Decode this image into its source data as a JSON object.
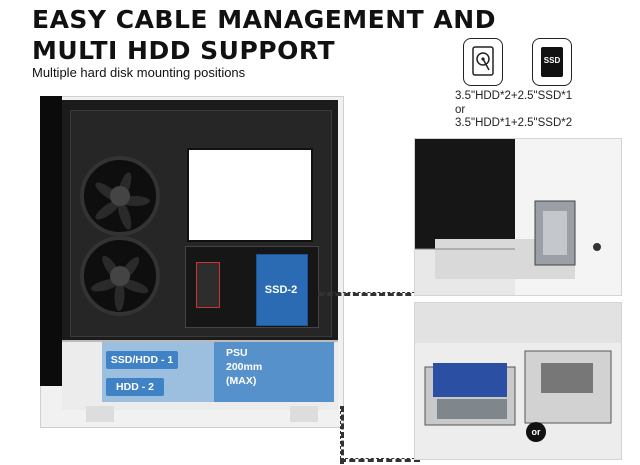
{
  "headline": {
    "line1": "EASY CABLE MANAGEMENT AND",
    "line2": "MULTI HDD SUPPORT"
  },
  "subtitle": "Multiple hard disk mounting positions",
  "icons": {
    "hdd": "hdd-icon",
    "ssd": "ssd-icon",
    "ssd_text": "SSD"
  },
  "config": {
    "option1": "3.5\"HDD*2+2.5\"SSD*1",
    "separator": "or",
    "option2": "3.5\"HDD*1+2.5\"SSD*2"
  },
  "case_labels": {
    "ssd2": "SSD-2",
    "ssd_hdd1": "SSD/HDD - 1",
    "hdd2": "HDD - 2",
    "psu_line1": "PSU",
    "psu_line2": "200mm",
    "psu_line3": "(MAX)"
  },
  "or_badge": "or",
  "colors": {
    "accent_blue": "#3f82c6",
    "text": "#111111"
  }
}
